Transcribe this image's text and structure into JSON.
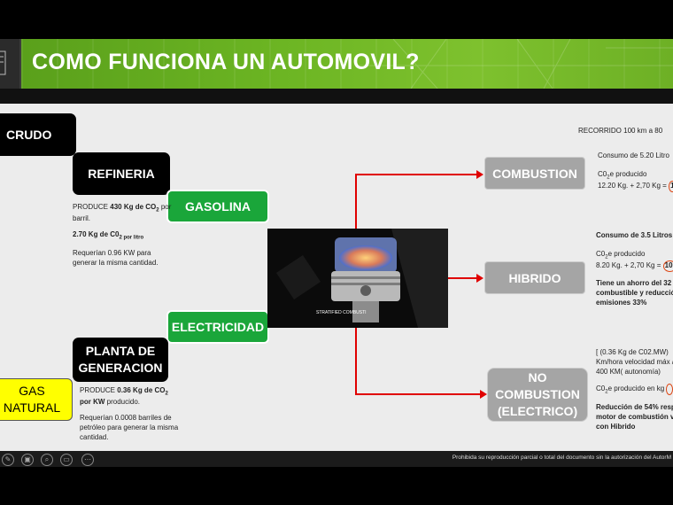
{
  "title": "COMO FUNCIONA UN AUTOMOVIL?",
  "nodes": {
    "crudo": "CRUDO",
    "refineria": "REFINERIA",
    "gasolina": "GASOLINA",
    "electricidad": "ELECTRICIDAD",
    "planta_line1": "PLANTA DE",
    "planta_line2": "GENERACION",
    "gas_line1": "GAS",
    "gas_line2": "NATURAL",
    "combustion": "COMBUSTION",
    "hibrido": "HIBRIDO",
    "no_comb_line1": "NO",
    "no_comb_line2": "COMBUSTION",
    "no_comb_line3": "(ELECTRICO)"
  },
  "refineria_text": {
    "produce": "PRODUCE",
    "produce_amount": "430 Kg de CO",
    "produce_sub": "2",
    "produce_rest": "por barril.",
    "per_litro": "2.70 Kg de C0",
    "per_litro_sub": "2 por litro",
    "requerian": "Requerían 0.96 KW para generar la misma cantidad."
  },
  "planta_text": {
    "produce": "PRODUCE",
    "produce_amount": "0.36 Kg de CO",
    "produce_sub": "2",
    "produce_kw": "por KW",
    "produce_rest": "producido.",
    "requerian": "Requerían 0.0008 barriles de petróleo para generar la misma cantidad."
  },
  "recorrido": "RECORRIDO 100 km a 80",
  "combustion_text": {
    "consumo": "Consumo de 5.20 Litro",
    "co2_label": "C0",
    "co2_sub": "2",
    "co2_rest": "e producido",
    "calc": "12.20 Kg. + 2,70 Kg =",
    "result": "1"
  },
  "hibrido_text": {
    "consumo": "Consumo de 3.5 Litros",
    "co2_label": "C0",
    "co2_sub": "2",
    "co2_rest": "e producido",
    "calc": "8.20 Kg. + 2,70 Kg =",
    "result": "10.",
    "ahorro": "Tiene un ahorro del 32 combustible y reducció emisiones 33%"
  },
  "electrico_text": {
    "formula": "[ (0.36 Kg de C02.MW) Km/hora velocidad máx / 400 KM( autonomía)",
    "co2_label": "C0",
    "co2_sub": "2",
    "co2_rest": "e producido en kg",
    "reduccion": "Reducción de 54% resp motor de combustión v con Hibrido"
  },
  "engine_caption": "STRATIFIED COMBUSTI",
  "status_text": "Prohibida su reproducción parcial o total del documento sin la autorización del AutorM"
}
